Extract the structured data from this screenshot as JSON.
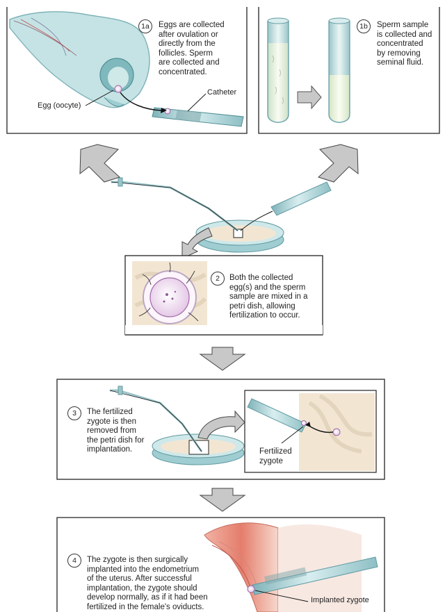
{
  "steps": {
    "s1a": {
      "number": "1a",
      "text": "Eggs are collected\nafter ovulation or\ndirectly from the\nfollicles. Sperm\nare collected and\nconcentrated."
    },
    "s1b": {
      "number": "1b",
      "text": "Sperm sample\nis collected and\nconcentrated\nby removing\nseminal fluid."
    },
    "s2": {
      "number": "2",
      "text": "Both the collected\negg(s) and the sperm\nsample are mixed in a\npetri dish, allowing\nfertilization to occur."
    },
    "s3": {
      "number": "3",
      "text": "The fertilized\nzygote is then\nremoved from\nthe petri dish for\nimplantation."
    },
    "s4": {
      "number": "4",
      "text": "The zygote is then surgically\nimplanted into the endometrium\nof the uterus. After successful\nimplantation, the zygote should\ndevelop normally, as if it had been\nfertilized in the female's oviducts."
    }
  },
  "labels": {
    "egg": "Egg (oocyte)",
    "catheter": "Catheter",
    "fertilized_zygote": "Fertilized\nzygote",
    "implanted_zygote": "Implanted zygote"
  },
  "colors": {
    "arrow": "#c8c8c8",
    "glass": "#a9cfd3",
    "tissue": "#f2e6d3",
    "uterus": "#e58a7a",
    "egg": "#e9cde8"
  }
}
